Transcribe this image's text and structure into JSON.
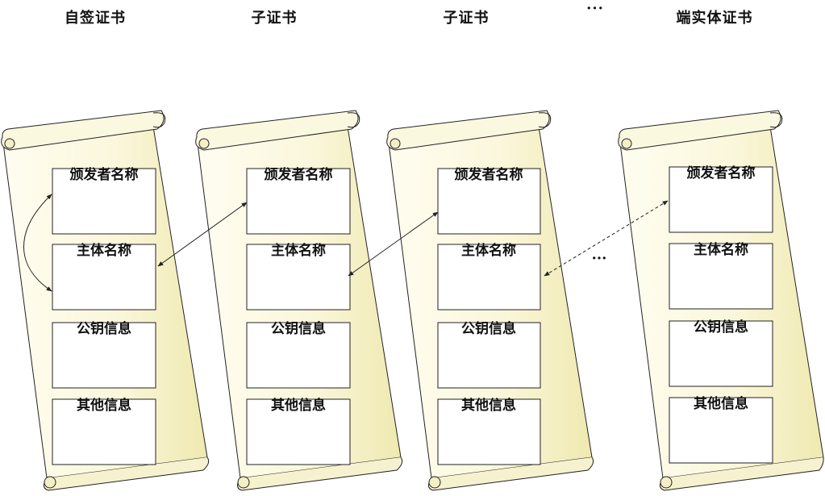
{
  "columns": [
    {
      "title": "自签证书",
      "fields": [
        "颁发者名称",
        "主体名称",
        "公钥信息",
        "其他信息"
      ]
    },
    {
      "title": "子证书",
      "fields": [
        "颁发者名称",
        "主体名称",
        "公钥信息",
        "其他信息"
      ]
    },
    {
      "title": "子证书",
      "fields": [
        "颁发者名称",
        "主体名称",
        "公钥信息",
        "其他信息"
      ]
    },
    {
      "title": "端实体证书",
      "fields": [
        "颁发者名称",
        "主体名称",
        "公钥信息",
        "其他信息"
      ]
    }
  ],
  "ellipsis": "···",
  "colors": {
    "scroll_fill_light": "#fdfbe8",
    "scroll_fill_dark": "#f0eab0",
    "stroke": "#222222"
  }
}
